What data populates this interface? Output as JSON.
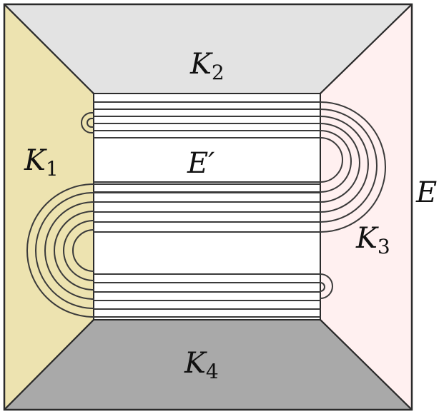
{
  "diagram": {
    "labels": {
      "outer": {
        "base": "E",
        "sub": ""
      },
      "inner": {
        "base": "E′",
        "sub": ""
      },
      "left": {
        "base": "K",
        "sub": "1"
      },
      "top": {
        "base": "K",
        "sub": "2"
      },
      "right": {
        "base": "K",
        "sub": "3"
      },
      "bottom": {
        "base": "K",
        "sub": "4"
      }
    },
    "colors": {
      "left_region": "#ede3b0",
      "top_region": "#e3e3e3",
      "right_region": "#fff0f0",
      "bottom_region": "#a9a9a9",
      "inner_region": "#ffffff",
      "stroke": "#2b2b2b"
    }
  }
}
